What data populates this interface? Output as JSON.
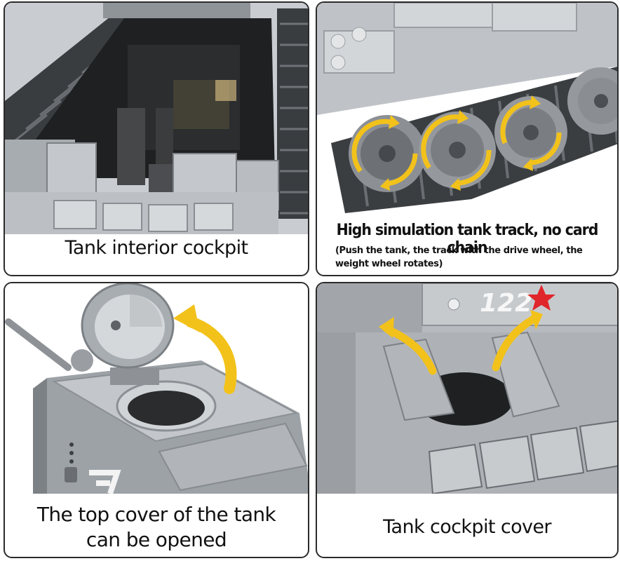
{
  "panels": [
    {
      "caption": "Tank interior cockpit"
    },
    {
      "caption": "High simulation tank track, no card chain",
      "subcaption": "(Push the tank, the track with the drive wheel, the weight wheel rotates)"
    },
    {
      "caption_line1": "The top cover of the tank",
      "caption_line2": "can be opened"
    },
    {
      "caption": "Tank cockpit cover",
      "hull_number": "122"
    }
  ],
  "colors": {
    "brick_grey": "#a4a9ae",
    "brick_dark": "#5d6166",
    "track_dark": "#3a3d40",
    "arrow_yellow": "#f2c21b",
    "star_red": "#e0262a",
    "border": "#2b2b2b"
  },
  "icons": [
    "rotate-arrow-icon",
    "open-arrow-icon",
    "red-star-icon"
  ]
}
